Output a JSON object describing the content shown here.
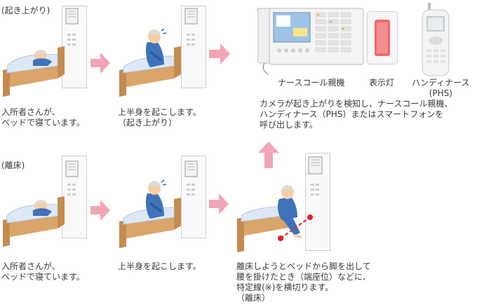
{
  "section_getup": "(起き上がり)",
  "section_leave": "(離床)",
  "row1": {
    "step1": "入所者さんが、\nベッドで寝ています。",
    "step2": "上半身を起こします。\n（起き上がり）"
  },
  "row2": {
    "step1": "入所者さんが、\nベッドで寝ています。",
    "step2": "上半身を起こします。",
    "step3": "離床しようとベッドから脚を出して\n腰を掛けたとき（端座位）などに、\n特定線(※)を横切ります。\n（離床）"
  },
  "devices": {
    "nurse_call": "ナースコール親機",
    "indicator": "表示灯",
    "phs": "ハンディナース\n(PHS)"
  },
  "notification": "カメラが起き上がりを検知し、ナースコール親機、\nハンディナース（PHS）またはスマートフォンを\n呼び出します。",
  "colors": {
    "arrow": "#f2a5b5",
    "bed_frame": "#c58b4e",
    "blanket": "#dde8f6",
    "lamp": "#ef6a6a",
    "detect_line": "#e0202a"
  }
}
